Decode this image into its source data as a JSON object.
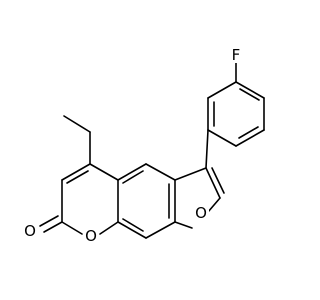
{
  "atoms": {
    "fluorine": "F",
    "ring_oxygen_furan": "O",
    "ring_oxygen_pyranone": "O",
    "carbonyl_oxygen": "O"
  },
  "colors": {
    "bond": "#000000",
    "label": "#000000",
    "background": "#ffffff"
  }
}
